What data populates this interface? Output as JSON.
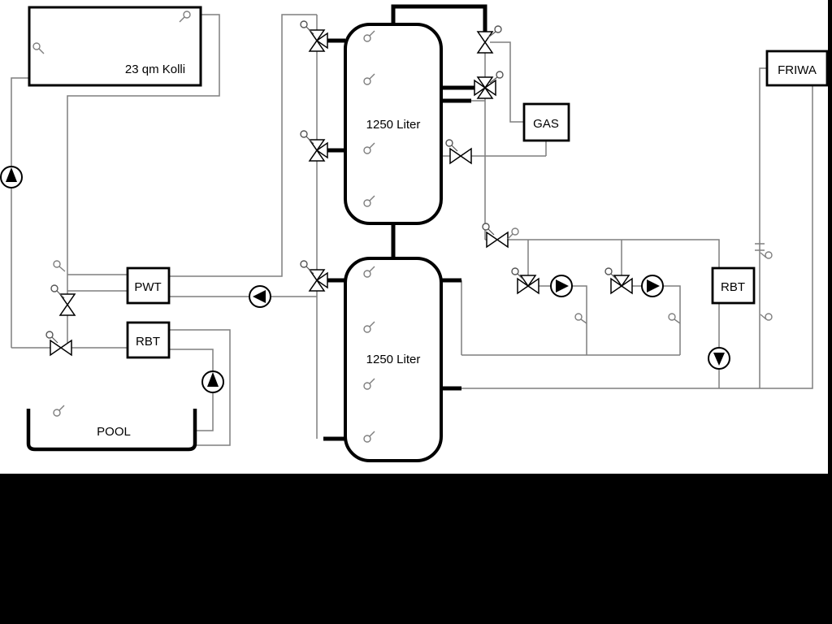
{
  "labels": {
    "collector": "23 qm Kolli",
    "buffer_tank_top": "1250 Liter",
    "buffer_tank_bottom": "1250 Liter",
    "gas_boiler": "GAS",
    "friwa_station": "FRIWA",
    "heat_exchanger_pwt": "PWT",
    "rbt_left": "RBT",
    "rbt_right": "RBT",
    "pool": "POOL"
  },
  "colors": {
    "thin_line": "#7f7f7f",
    "thick_pipe": "#000000",
    "background": "#ffffff",
    "mask_band": "#000000"
  },
  "symbols": {
    "pump-icon": "circle-with-filled-triangle",
    "valve-icon": "bowtie-triangles-with-actuator-circle",
    "sensor-icon": "small-circle-with-tick"
  }
}
